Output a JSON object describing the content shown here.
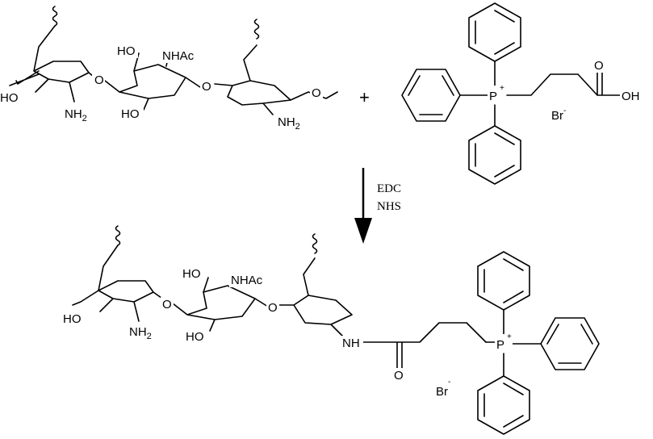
{
  "reactant_polymer": {
    "labels": {
      "ho_left": "HO",
      "nh2_left": "NH",
      "nh2_left_sub": "2",
      "ring_o_1": "O",
      "ho_mid_top": "HO",
      "nhac": "NHAc",
      "ho_mid_bottom": "HO",
      "ring_o_2": "O",
      "nh2_right": "NH",
      "nh2_right_sub": "2",
      "methoxy_o": "O"
    }
  },
  "plus_sign": "+",
  "reagent": {
    "phosphonium": "P",
    "charge": "+",
    "carbonyl_o": "O",
    "oh": "OH",
    "counterion": "Br",
    "counterion_charge": "-"
  },
  "conditions": {
    "line1": "EDC",
    "line2": "NHS"
  },
  "product": {
    "labels": {
      "ho_left": "HO",
      "nh2_left": "NH",
      "nh2_left_sub": "2",
      "ring_o_1": "O",
      "ho_mid_top": "HO",
      "nhac": "NHAc",
      "ho_mid_bottom": "HO",
      "ring_o_2": "O",
      "amide_nh": "NH",
      "carbonyl_o": "O",
      "counterion": "Br",
      "counterion_charge": "-",
      "phosphonium": "P",
      "charge": "+"
    }
  }
}
